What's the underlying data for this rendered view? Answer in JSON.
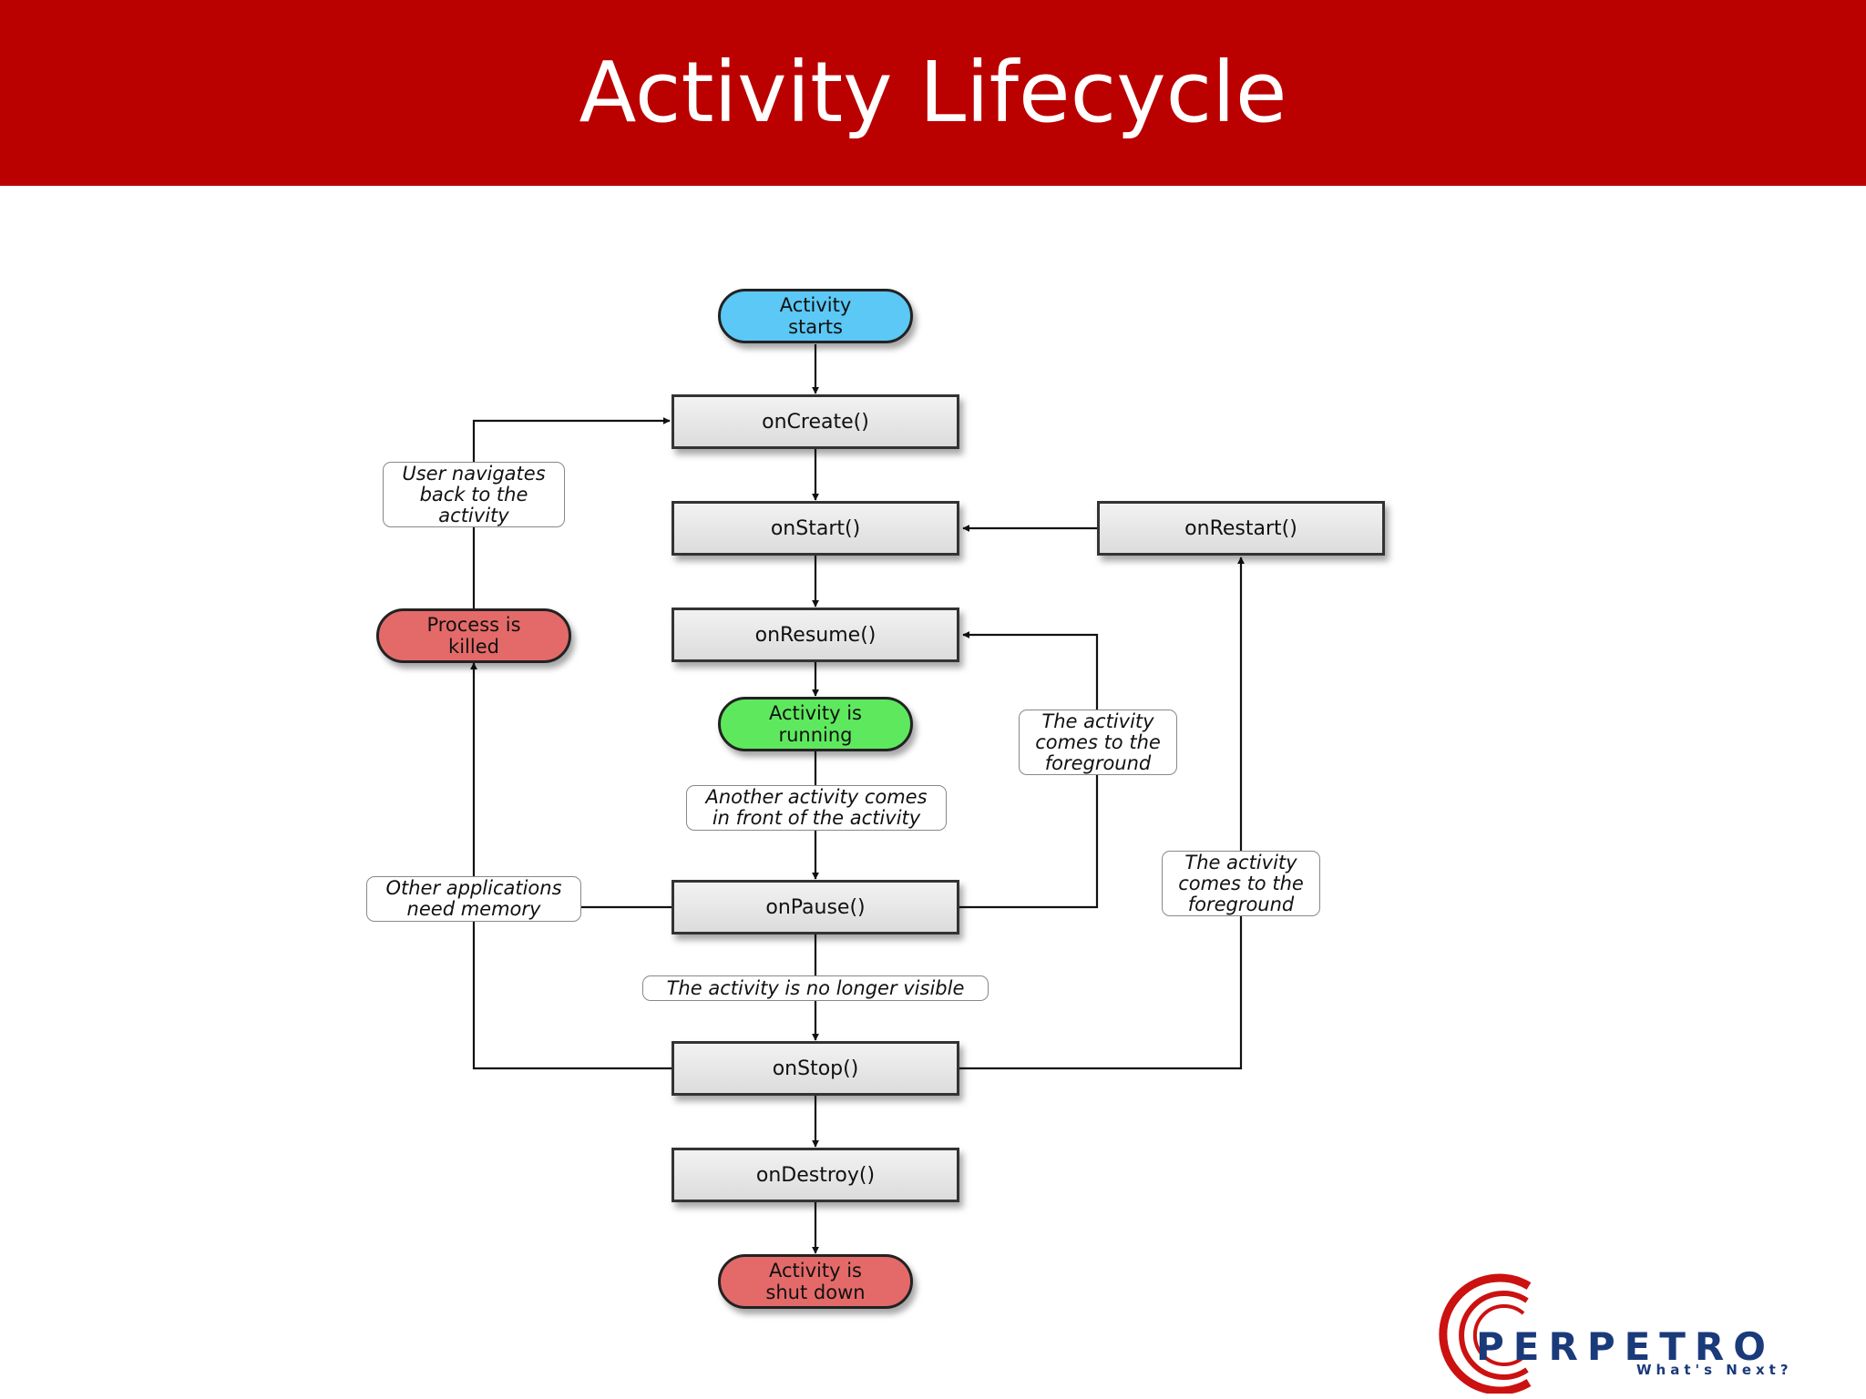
{
  "slide": {
    "title": "Activity Lifecycle"
  },
  "colors": {
    "header": "#bb0000",
    "start": "#5bc8f5",
    "running": "#5ee85e",
    "terminal": "#e46a6a",
    "logo_red": "#cc1111",
    "logo_blue": "#1a3a7a"
  },
  "nodes": {
    "activity_starts": "Activity\nstarts",
    "on_create": "onCreate()",
    "on_start": "onStart()",
    "on_restart": "onRestart()",
    "on_resume": "onResume()",
    "activity_running": "Activity is\nrunning",
    "on_pause": "onPause()",
    "on_stop": "onStop()",
    "on_destroy": "onDestroy()",
    "activity_shut_down": "Activity is\nshut down",
    "process_killed": "Process is\nkilled"
  },
  "notes": {
    "user_navigates_back": "User navigates\nback to the\nactivity",
    "comes_foreground_resume": "The activity\ncomes to the\nforeground",
    "another_activity": "Another activity comes\nin front of the activity",
    "other_apps_memory": "Other applications\nneed memory",
    "comes_foreground_restart": "The activity\ncomes to the\nforeground",
    "no_longer_visible": "The activity is no longer visible"
  },
  "logo": {
    "name": "PERPETRO",
    "tagline": "What's Next?"
  }
}
